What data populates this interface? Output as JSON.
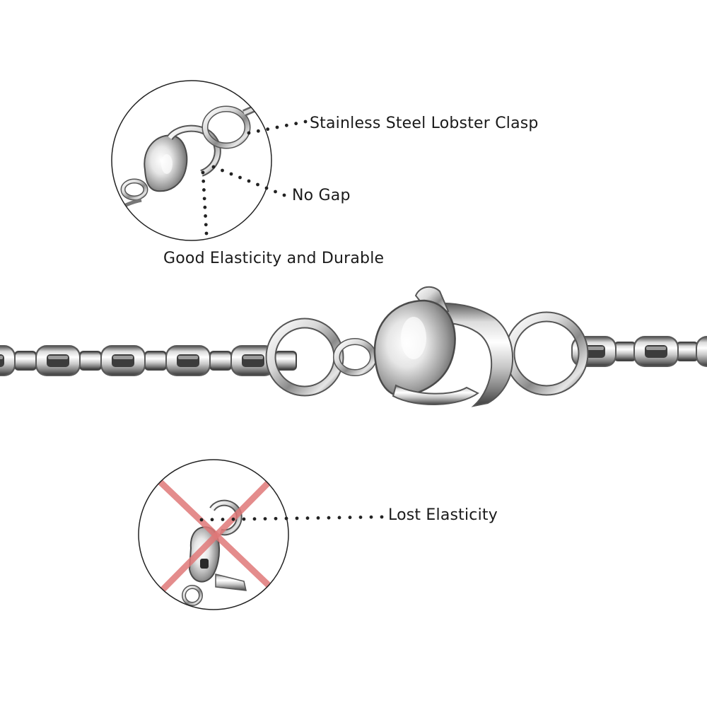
{
  "callouts": {
    "clasp": "Stainless Steel Lobster Clasp",
    "no_gap": "No Gap",
    "good_elasticity": "Good Elasticity and Durable",
    "lost_elasticity": "Lost Elasticity"
  },
  "colors": {
    "background": "#ffffff",
    "steel_light": "#f2f2f2",
    "steel_mid": "#b9b9b9",
    "steel_dark": "#4a4a4a",
    "cross_mark": "#e07878",
    "dots": "#222222",
    "circle_border": "#222222"
  },
  "icons": {
    "good_inset": "lobster-clasp-detail-icon",
    "bad_inset": "broken-clasp-crossed-icon"
  }
}
